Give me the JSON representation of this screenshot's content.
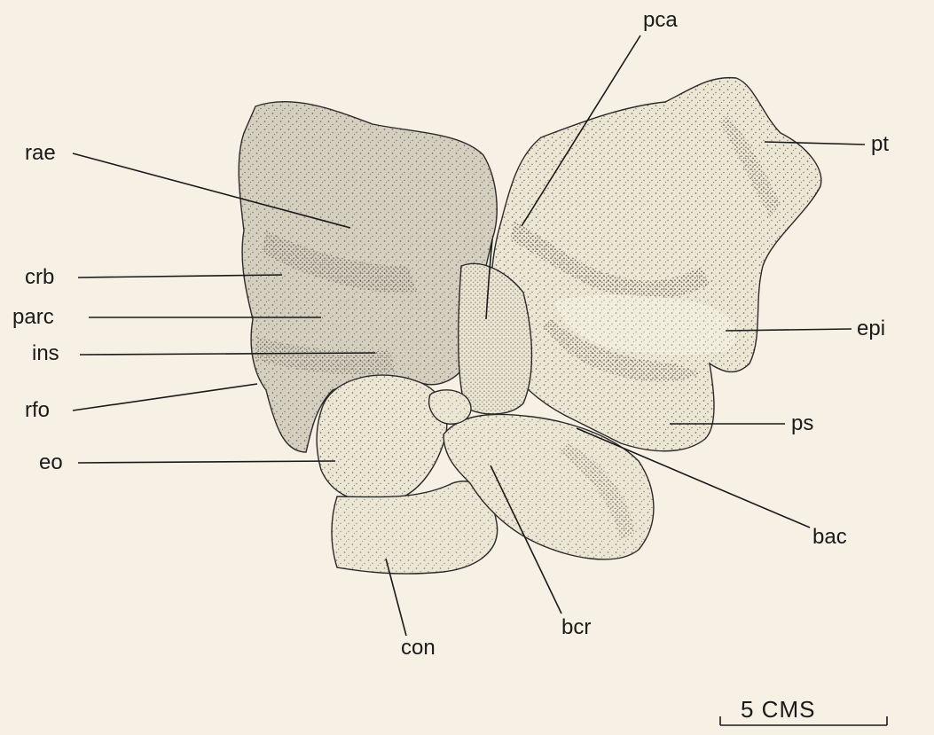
{
  "labels": {
    "pca": "pca",
    "pt": "pt",
    "rae": "rae",
    "crb": "crb",
    "parc": "parc",
    "ins": "ins",
    "epi": "epi",
    "rfo": "rfo",
    "ps": "ps",
    "eo": "eo",
    "bac": "bac",
    "con": "con",
    "bcr": "bcr"
  },
  "scale_bar": {
    "label": "5 CMS"
  },
  "colors": {
    "background": "#f6f1e4",
    "ink": "#1a1a1a",
    "specimen": "#ece6d4"
  }
}
